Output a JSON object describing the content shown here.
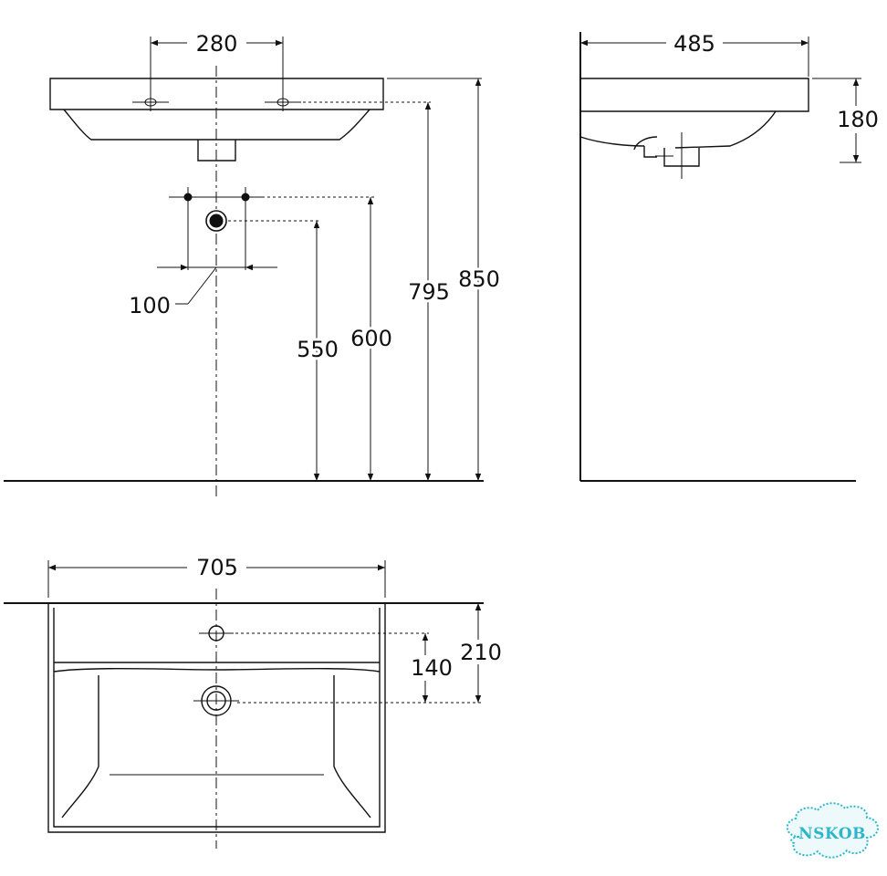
{
  "dimensions": {
    "tap_spacing": "280",
    "depth": "485",
    "bowl_height": "180",
    "rim_height": "850",
    "tap_height": "795",
    "supply_height": "600",
    "drain_height": "550",
    "supply_spacing": "100",
    "width": "705",
    "drain_offset": "210",
    "tap_to_drain": "140"
  },
  "watermark": {
    "text": "NSKOB",
    "color": "#2bb6c9"
  }
}
